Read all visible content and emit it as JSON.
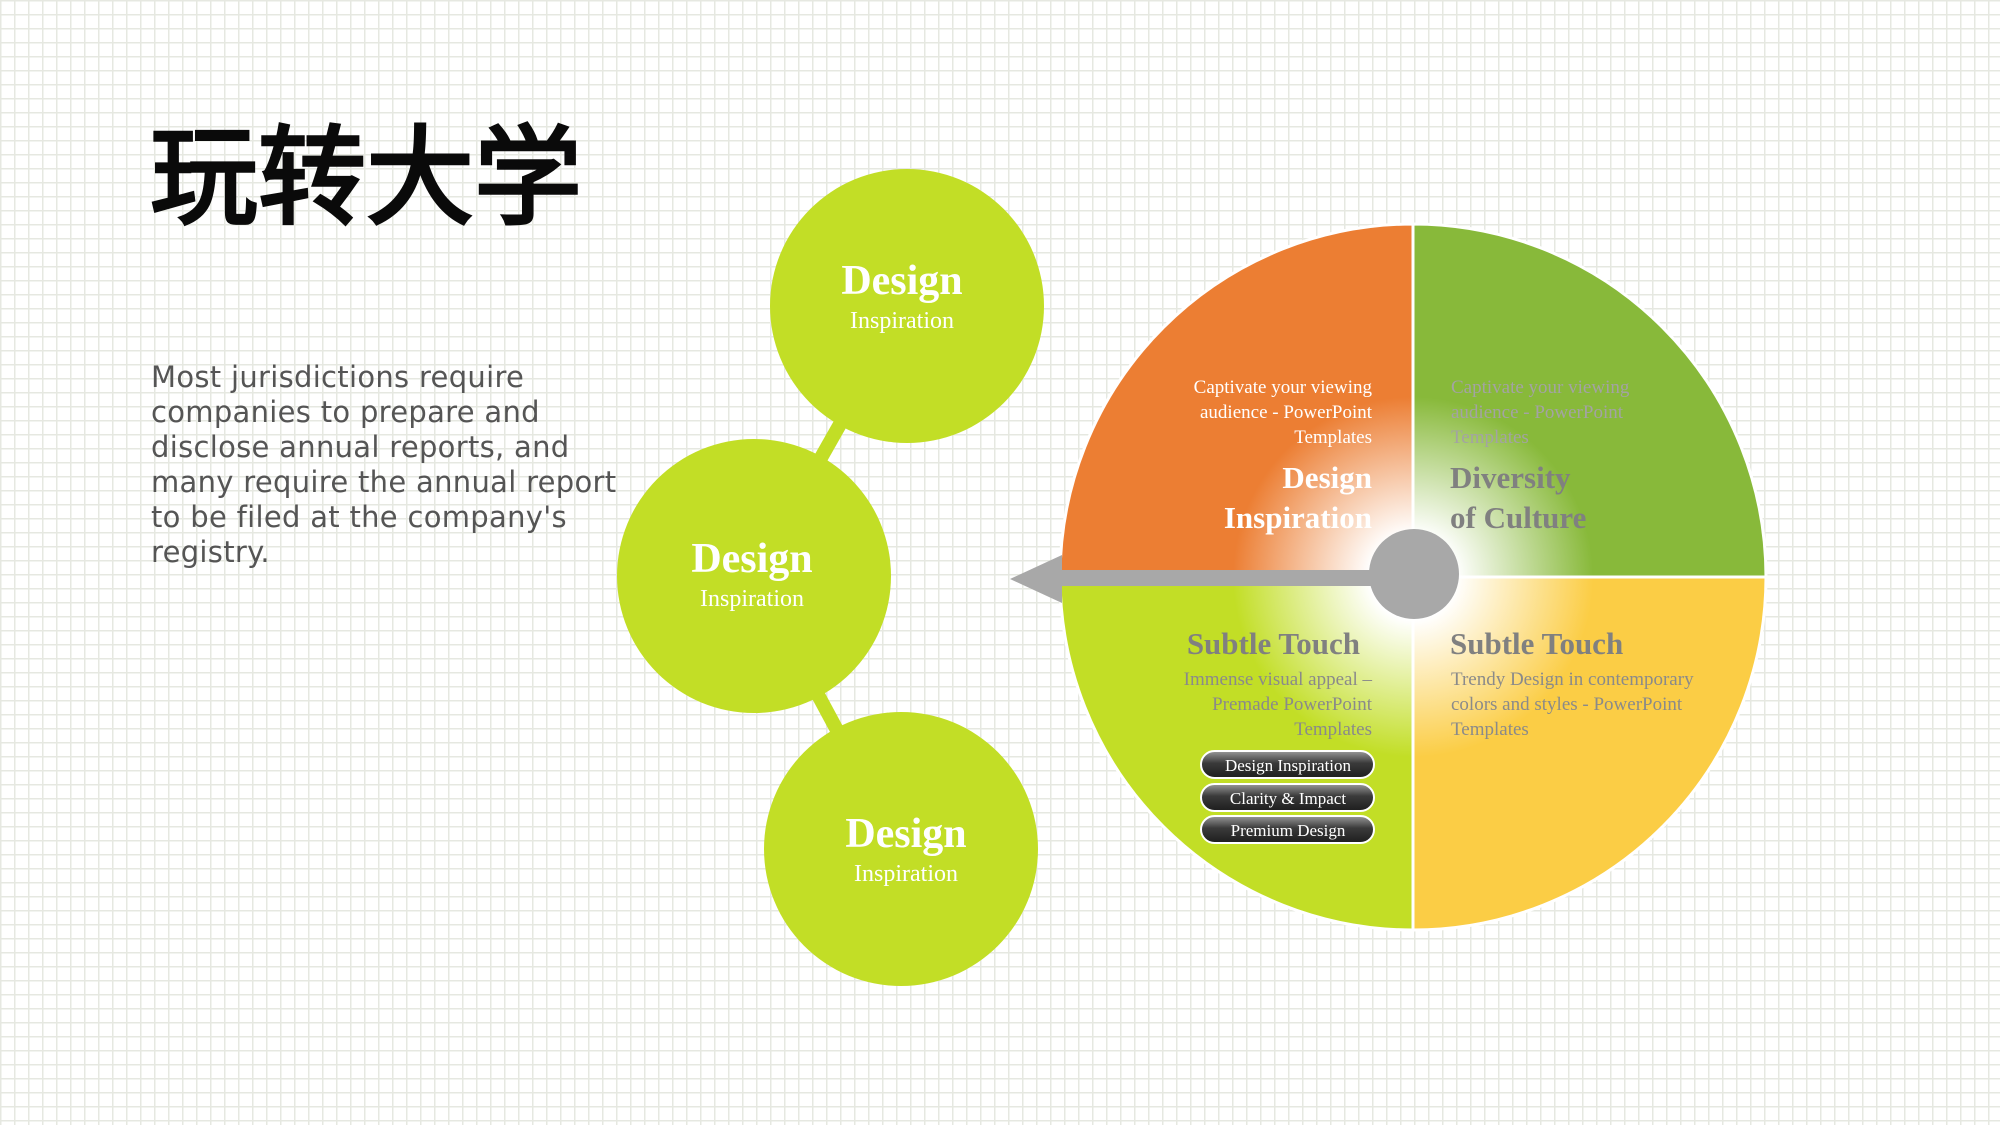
{
  "title": "玩转大学",
  "body_text": "Most jurisdictions require companies to prepare and disclose annual reports, and many require the annual report to be filed at the company's registry.",
  "circles": [
    {
      "heading": "Design",
      "sub": "Inspiration"
    },
    {
      "heading": "Design",
      "sub": "Inspiration"
    },
    {
      "heading": "Design",
      "sub": "Inspiration"
    }
  ],
  "quadrants": {
    "top_left": {
      "text_lines": [
        "Captivate your viewing",
        "audience - PowerPoint",
        "Templates"
      ],
      "heading_lines": [
        "Design",
        "Inspiration"
      ]
    },
    "top_right": {
      "text_lines": [
        "Captivate your viewing",
        "audience - PowerPoint",
        "Templates"
      ],
      "heading_lines": [
        "Diversity",
        "of Culture"
      ]
    },
    "bottom_left": {
      "heading": "Subtle Touch",
      "text_lines": [
        "Immense visual appeal –",
        "Premade PowerPoint",
        "Templates"
      ],
      "pills": [
        "Design Inspiration",
        "Clarity & Impact",
        "Premium Design"
      ]
    },
    "bottom_right": {
      "heading": "Subtle Touch",
      "text_lines": [
        "Trendy Design in contemporary",
        "colors and styles - PowerPoint",
        "Templates"
      ]
    }
  },
  "colors": {
    "lime": "#c2de26",
    "orange": "#ec7e33",
    "green": "#88b93a",
    "yellow": "#fbcd45",
    "hub": "#a8a8a8"
  }
}
